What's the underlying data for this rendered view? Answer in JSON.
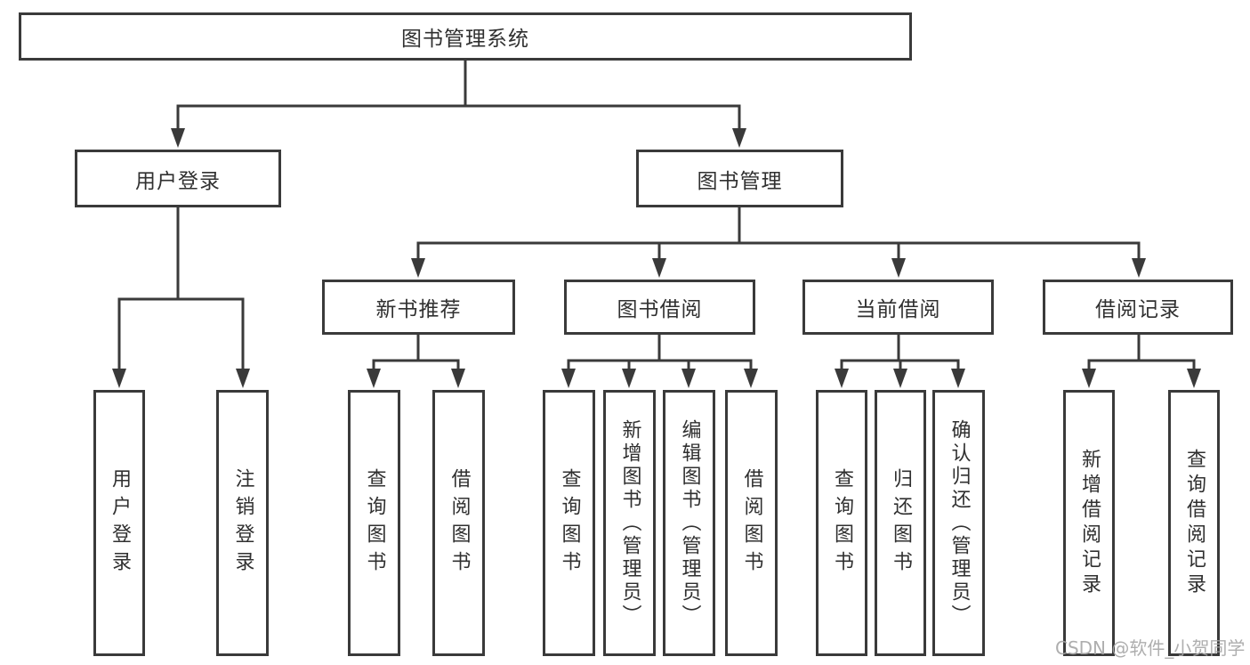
{
  "tree": {
    "label": "图书管理系统",
    "children": [
      {
        "label": "用户登录",
        "children": [
          {
            "label": "用户登录"
          },
          {
            "label": "注销登录"
          }
        ]
      },
      {
        "label": "图书管理",
        "children": [
          {
            "label": "新书推荐",
            "children": [
              {
                "label": "查询图书"
              },
              {
                "label": "借阅图书"
              }
            ]
          },
          {
            "label": "图书借阅",
            "children": [
              {
                "label": "查询图书"
              },
              {
                "label": "新增图书（管理员）"
              },
              {
                "label": "编辑图书（管理员）"
              },
              {
                "label": "借阅图书"
              }
            ]
          },
          {
            "label": "当前借阅",
            "children": [
              {
                "label": "查询图书"
              },
              {
                "label": "归还图书"
              },
              {
                "label": "确认归还（管理员）"
              }
            ]
          },
          {
            "label": "借阅记录",
            "children": [
              {
                "label": "新增借阅记录"
              },
              {
                "label": "查询借阅记录"
              }
            ]
          }
        ]
      }
    ]
  },
  "watermark": {
    "text": "CSDN @软件_小贺同学"
  },
  "colors": {
    "line": "#3a3a3a",
    "text": "#303030",
    "watermark": "#a5a5a5",
    "background": "#ffffff"
  }
}
